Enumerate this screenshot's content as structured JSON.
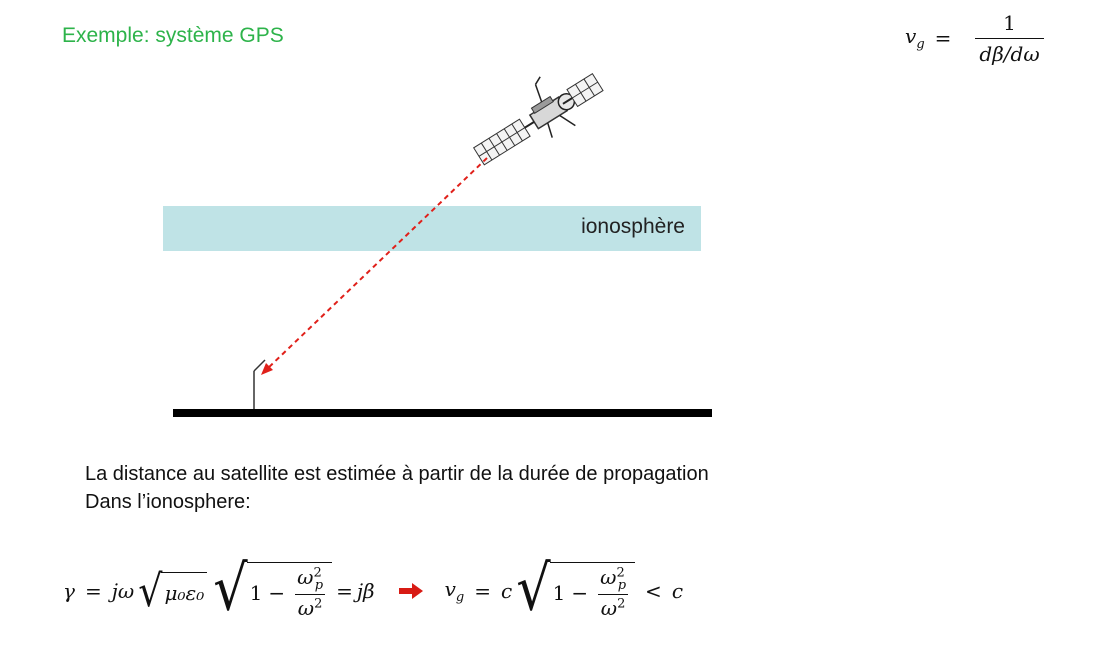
{
  "slide": {
    "title": "Exemple: système GPS",
    "ionosphere_label": "ionosphère",
    "paragraph_line1": "La distance au satellite est estimée à partir de la durée de propagation",
    "paragraph_line2": "Dans l’ionosphere:"
  },
  "formulas": {
    "vg_lhs": "v",
    "vg_sub": "g",
    "equals": "=",
    "vg_num": "1",
    "vg_den": "dβ/dω",
    "gamma_lhs": "γ",
    "gamma_jw": "jω",
    "gamma_sqrt_inner": "μ₀ε₀",
    "one": "1",
    "minus": "−",
    "omega": "ω",
    "p": "p",
    "two": "2",
    "jbeta": "jβ",
    "c": "c",
    "lt": "<"
  },
  "colors": {
    "title": "#2db34a",
    "ionosphere": "#bfe3e6",
    "arrow": "#e0201a",
    "arrow_icon": "#d81b14"
  }
}
